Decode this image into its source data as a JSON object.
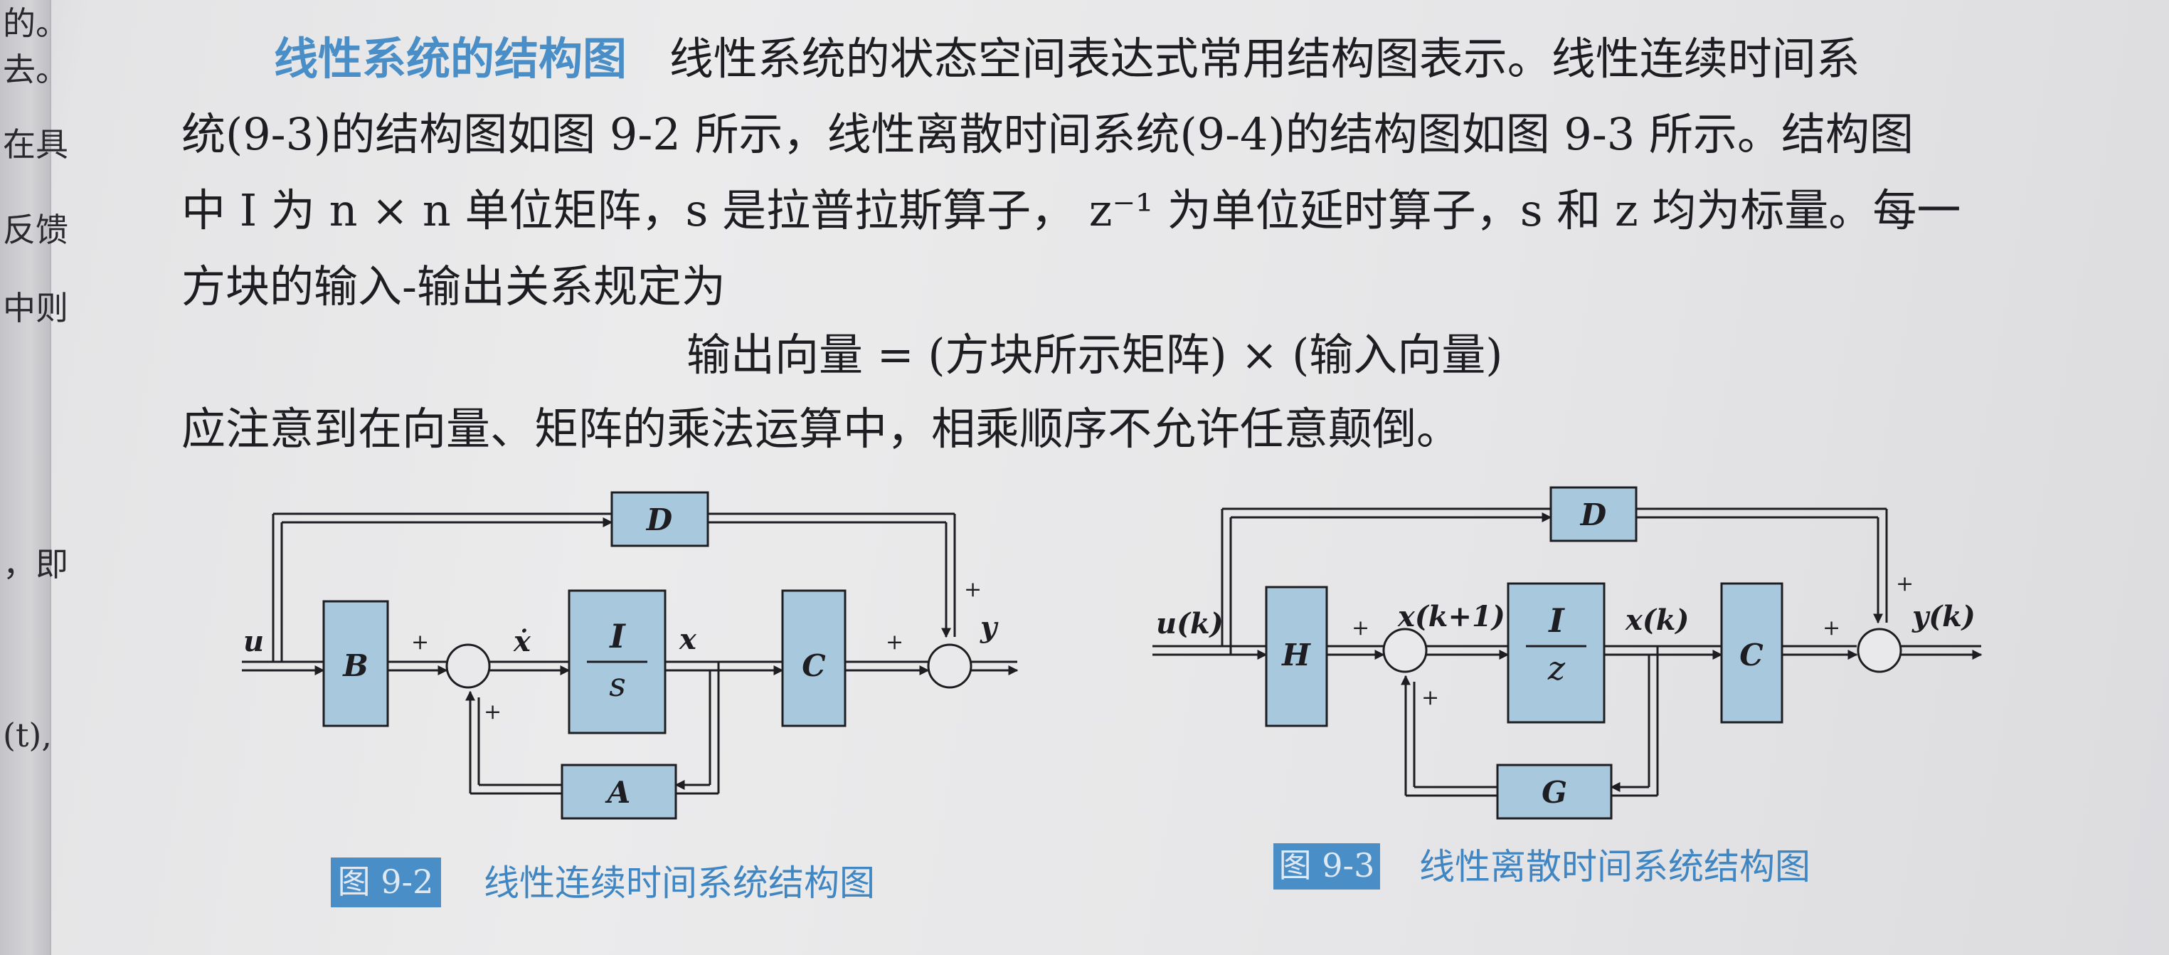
{
  "margin_chars": [
    "的。",
    "去。",
    "在具",
    "反馈",
    "中则",
    "，即",
    "(t),"
  ],
  "paragraph": {
    "line1_heading": "线性系统的结构图",
    "line1_rest": "线性系统的状态空间表达式常用结构图表示。线性连续时间系",
    "line2": "统(9-3)的结构图如图 9-2 所示，线性离散时间系统(9-4)的结构图如图 9-3 所示。结构图",
    "line3": "中 I 为 n × n 单位矩阵，s 是拉普拉斯算子， z⁻¹ 为单位延时算子，s 和 z 均为标量。每一",
    "line4": "方块的输入-输出关系规定为",
    "formula": "输出向量 = (方块所示矩阵) × (输入向量)",
    "line5": "应注意到在向量、矩阵的乘法运算中，相乘顺序不允许任意颠倒。"
  },
  "figure_continuous": {
    "caption_number": "图 9-2",
    "caption_title": "线性连续时间系统结构图",
    "blocks": {
      "B": "B",
      "I": "I",
      "s": "s",
      "C": "C",
      "D": "D",
      "A": "A"
    },
    "signals": {
      "u": "u",
      "xdot": "ẋ",
      "x": "x",
      "y": "y"
    },
    "signs": {
      "plus": "+"
    }
  },
  "figure_discrete": {
    "caption_number": "图 9-3",
    "caption_title": "线性离散时间系统结构图",
    "blocks": {
      "H": "H",
      "I": "I",
      "z": "z",
      "C": "C",
      "D": "D",
      "G": "G"
    },
    "signals": {
      "u": "u(k)",
      "xk1": "x(k+1)",
      "xk": "x(k)",
      "y": "y(k)"
    },
    "signs": {
      "plus": "+"
    }
  },
  "colors": {
    "block_fill": "#a8c8de",
    "accent_blue": "#4a8ec8",
    "line": "#1e1e22"
  }
}
